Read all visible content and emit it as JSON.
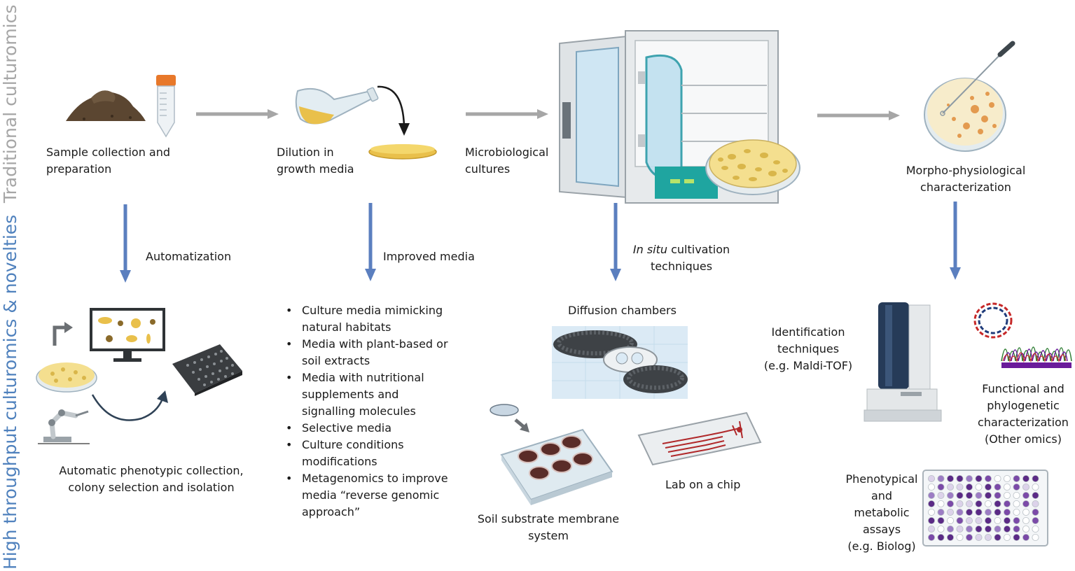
{
  "side_titles": {
    "traditional": "Traditional culturomics",
    "high_throughput": "High throughput culturomics & novelties"
  },
  "colors": {
    "traditional_title": "#a6a6a6",
    "high_throughput_title": "#4f81bd",
    "gray_arrow": "#a6a6a6",
    "blue_arrow": "#5b7fbf"
  },
  "top_row": {
    "step1": [
      "Sample collection and",
      "preparation"
    ],
    "step2": [
      "Dilution in",
      "growth media"
    ],
    "step3": [
      "Microbiological",
      "cultures"
    ],
    "step4": [
      "Morpho-physiological",
      "characterization"
    ]
  },
  "transitions": {
    "automatization": "Automatization",
    "improved_media": "Improved media",
    "in_situ_italic": "In situ",
    "in_situ_rest": " cultivation",
    "in_situ_line2": "techniques"
  },
  "bottom": {
    "automatic": [
      "Automatic phenotypic collection,",
      "colony selection and isolation"
    ],
    "media_bullets": [
      [
        "Culture media mimicking",
        "natural habitats"
      ],
      [
        "Media with plant-based or",
        "soil extracts"
      ],
      [
        "Media with nutritional",
        "supplements and",
        "signalling molecules"
      ],
      [
        "Selective media"
      ],
      [
        "Culture conditions",
        "modifications"
      ],
      [
        "Metagenomics to improve",
        "media “reverse genomic",
        "approach”"
      ]
    ],
    "diffusion_chambers": "Diffusion chambers",
    "soil_substrate": [
      "Soil substrate membrane",
      "system"
    ],
    "lab_on_chip": "Lab on a chip",
    "identification": [
      "Identification",
      "techniques",
      "(e.g. Maldi-TOF)"
    ],
    "functional": [
      "Functional and",
      "phylogenetic",
      "characterization",
      "(Other omics)"
    ],
    "phenotypical": [
      "Phenotypical",
      "and",
      "metabolic",
      "assays",
      "(e.g. Biolog)"
    ]
  },
  "icons": [
    "soil-pile-icon",
    "falcon-tube-icon",
    "erlenmeyer-flask-icon",
    "petri-dish-icon",
    "incubator-icon",
    "colony-petri-dish-icon",
    "inoculation-loop-icon",
    "computer-monitor-icon",
    "robotic-arm-icon",
    "well-plate-icon",
    "diffusion-chamber-icon",
    "membrane-well-plate-icon",
    "lab-on-chip-icon",
    "maldi-tof-instrument-icon",
    "dna-helix-icon",
    "chromatogram-icon",
    "biolog-plate-icon"
  ]
}
